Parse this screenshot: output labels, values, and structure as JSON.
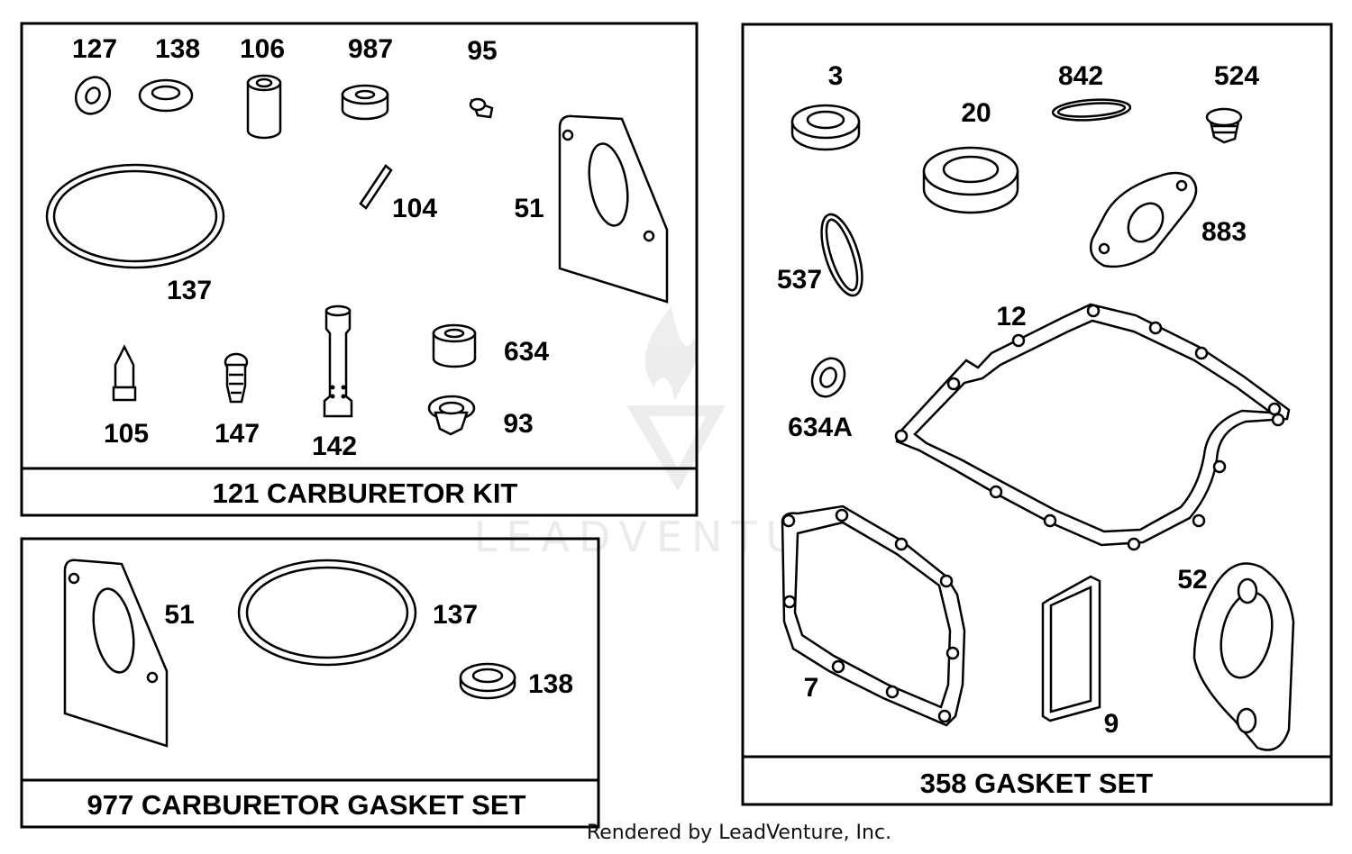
{
  "watermark": "LEADVENTURE",
  "footer": "Rendered by LeadVenture, Inc.",
  "kits": [
    {
      "title": "121 CARBURETOR KIT",
      "labels": [
        "127",
        "138",
        "106",
        "987",
        "95",
        "104",
        "51",
        "137",
        "105",
        "147",
        "142",
        "634",
        "93"
      ]
    },
    {
      "title": "977 CARBURETOR GASKET SET",
      "labels": [
        "51",
        "137",
        "138"
      ]
    },
    {
      "title": "358 GASKET SET",
      "labels": [
        "3",
        "20",
        "842",
        "524",
        "883",
        "537",
        "12",
        "634A",
        "7",
        "9",
        "52"
      ]
    }
  ]
}
